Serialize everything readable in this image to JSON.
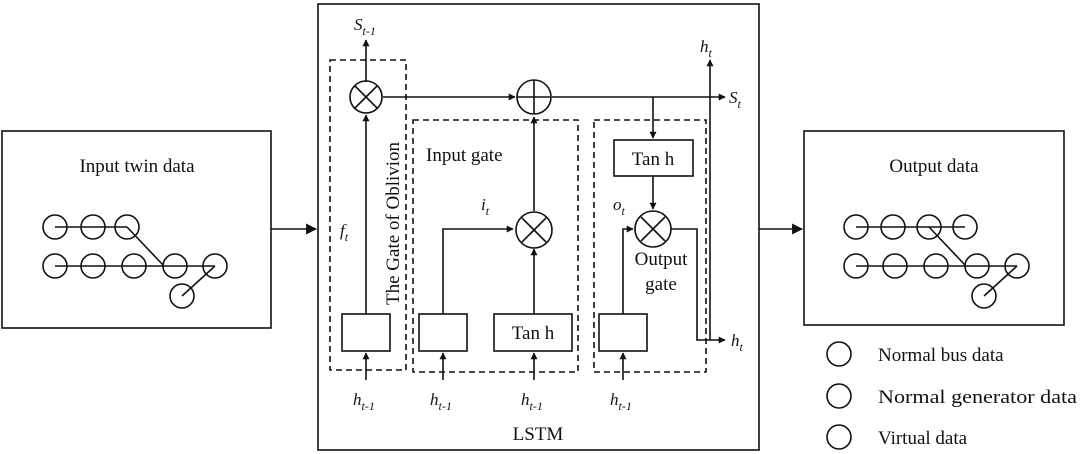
{
  "input_box": {
    "title": "Input twin data",
    "fill": "#efc9e6"
  },
  "output_box": {
    "title": "Output data",
    "fill": "#c9e8f5"
  },
  "lstm": {
    "label": "LSTM",
    "fill": "#f8f39c"
  },
  "gates": {
    "forget": "The Gate of Oblivion",
    "input": "Input gate",
    "output_line1": "Output",
    "output_line2": "gate"
  },
  "blocks": {
    "tanh": "Tan h"
  },
  "symbols": {
    "s_prev": {
      "base": "S",
      "sub": "t-1"
    },
    "s_t": {
      "base": "S",
      "sub": "t"
    },
    "h_t": {
      "base": "h",
      "sub": "t"
    },
    "h_prev": {
      "base": "h",
      "sub": "t-1"
    },
    "f_t": {
      "base": "f",
      "sub": "t"
    },
    "i_t": {
      "base": "i",
      "sub": "t"
    },
    "o_t": {
      "base": "o",
      "sub": "t"
    }
  },
  "legend": [
    {
      "label": "Normal bus data",
      "color": "#fbc67a"
    },
    {
      "label": "Normal generator data",
      "color": "#86c85a"
    },
    {
      "label": "Virtual data",
      "color": "#27a9e1"
    }
  ],
  "colors": {
    "bus": "#fbc67a",
    "generator": "#86c85a",
    "virtual": "#27a9e1",
    "twin": "#6fcfdc",
    "tanh_block": "#f7b718",
    "sigma_block": "#b4a1cf",
    "multiply_node": "#73c35a",
    "add_node": "#27a9e1"
  }
}
